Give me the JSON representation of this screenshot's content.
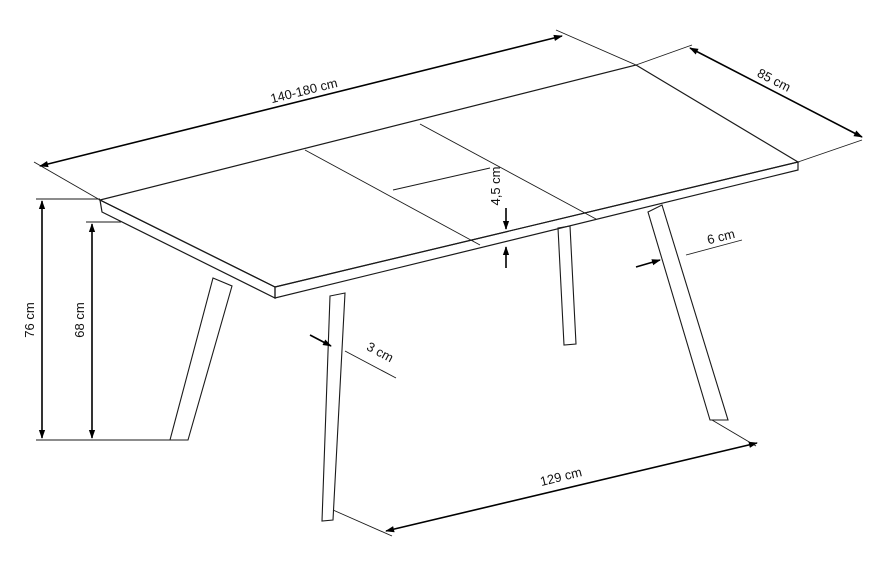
{
  "dimensions": {
    "length": "140-180 cm",
    "width": "85 cm",
    "top_thickness": "4,5 cm",
    "leg_width_front": "3 cm",
    "leg_width_side": "6 cm",
    "height_total": "76 cm",
    "height_under_top": "68 cm",
    "leg_span": "129 cm"
  },
  "colors": {
    "line": "#1a1a1a",
    "background": "#ffffff"
  }
}
